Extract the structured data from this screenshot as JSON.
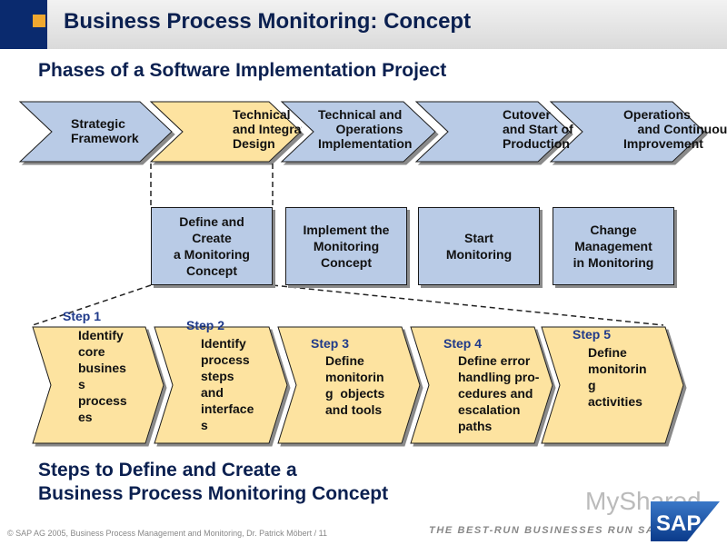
{
  "title": "Business Process Monitoring: Concept",
  "subtitle": "Phases of a Software Implementation Project",
  "phases": [
    {
      "label": "Strategic\nFramework"
    },
    {
      "label": "Technical\nand Integration\nDesign"
    },
    {
      "label": "Technical and\n     Operations\nImplementation"
    },
    {
      "label": "Cutover\nand Start of\nProduction"
    },
    {
      "label": "Operations\n    and Continuous\nImprovement"
    }
  ],
  "monitoring_boxes": [
    {
      "label": "Define and\nCreate\na Monitoring\nConcept"
    },
    {
      "label": "Implement the\nMonitoring\nConcept"
    },
    {
      "label": "Start\nMonitoring"
    },
    {
      "label": "Change\nManagement\nin Monitoring"
    }
  ],
  "steps": [
    {
      "tag": "Step 1",
      "text": "Identify\ncore\nbusines\ns\nprocess\nes"
    },
    {
      "tag": "Step 2",
      "text": "Identify\nprocess\nsteps\nand\ninterface\ns"
    },
    {
      "tag": "Step 3",
      "text": "Define\nmonitorin\ng  objects\nand tools"
    },
    {
      "tag": "Step 4",
      "text": "Define error\nhandling pro-\ncedures and\nescalation\npaths"
    },
    {
      "tag": "Step 5",
      "text": "Define\nmonitorin\ng\nactivities"
    }
  ],
  "bottom_title_line1": "Steps to Define and Create a",
  "bottom_title_line2": "Business Process Monitoring Concept",
  "footer": "© SAP AG 2005, Business Process Management and Monitoring, Dr. Patrick Möbert / 11",
  "tagline": "THE BEST-RUN BUSINESSES RUN SAP",
  "watermark": "MyShared",
  "logo_text": "SAP",
  "colors": {
    "navy": "#0a2a6e",
    "title_text": "#0b2050",
    "phase_blue": "#b9cbe6",
    "phase_yellow": "#fde3a0",
    "accent_orange": "#f0a830"
  }
}
